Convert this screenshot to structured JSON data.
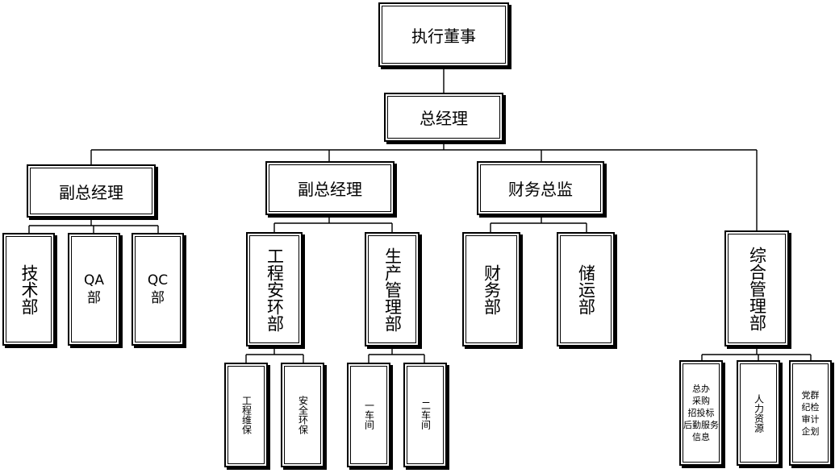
{
  "nodes": {
    "executive_director": "执行董事",
    "general_manager": "总经理",
    "deputy_gm_1": "副总经理",
    "deputy_gm_2": "副总经理",
    "finance_director": "财务总监",
    "tech_dept": "技术部",
    "qa_dept": "QA\n部",
    "qc_dept": "QC\n部",
    "engineering_safety_env_dept": "工程安环部",
    "production_mgmt_dept": "生产管理部",
    "finance_dept": "财务部",
    "storage_transport_dept": "储运部",
    "general_mgmt_dept": "综合管理部",
    "engineering_maintenance": "工程维保",
    "safety_env": "安全环保",
    "workshop_1": "一车间",
    "workshop_2": "二车间",
    "office_group": "总办\n采购\n招投标\n后勤服务\n信息",
    "hr": "人力资源",
    "party_group": "党群\n纪检\n审计\n企划"
  }
}
